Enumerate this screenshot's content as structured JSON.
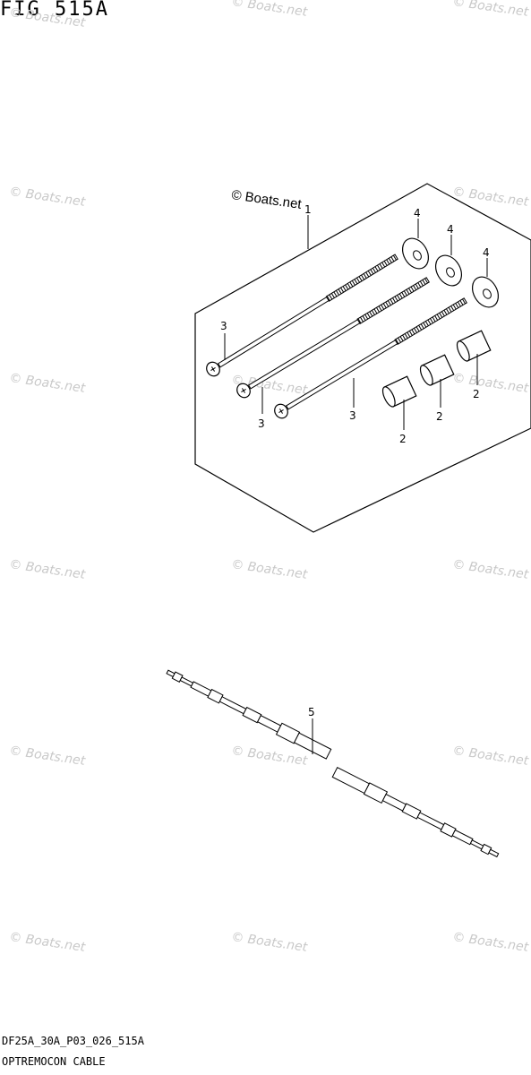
{
  "figure_title": "FIG 515A",
  "footer": {
    "code": "DF25A_30A_P03_026_515A",
    "name": "OPTREMOCON CABLE"
  },
  "copyright": "© Boats.net",
  "watermark": "© Boats.net",
  "callouts": {
    "c1": "1",
    "c2a": "2",
    "c2b": "2",
    "c2c": "2",
    "c3a": "3",
    "c3b": "3",
    "c3c": "3",
    "c4a": "4",
    "c4b": "4",
    "c4c": "4",
    "c5": "5"
  }
}
